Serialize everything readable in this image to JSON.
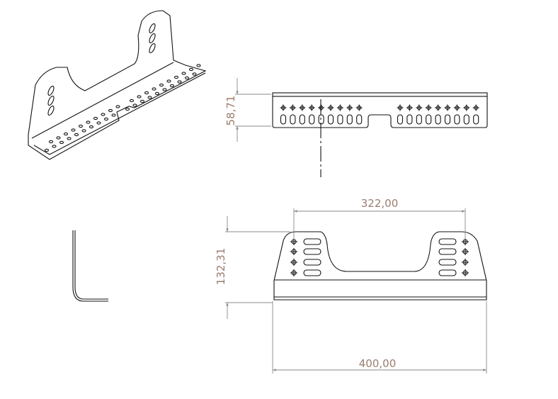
{
  "drawing": {
    "views": [
      "isometric",
      "top",
      "side",
      "front"
    ],
    "dimensions": {
      "height_top_view": "58,71",
      "hole_spacing": "322,00",
      "overall_height": "132,31",
      "overall_width": "400,00"
    },
    "colors": {
      "line": "#111111",
      "dimension_line": "#8a8a8a",
      "dimension_text": "#9a7d6e"
    }
  }
}
